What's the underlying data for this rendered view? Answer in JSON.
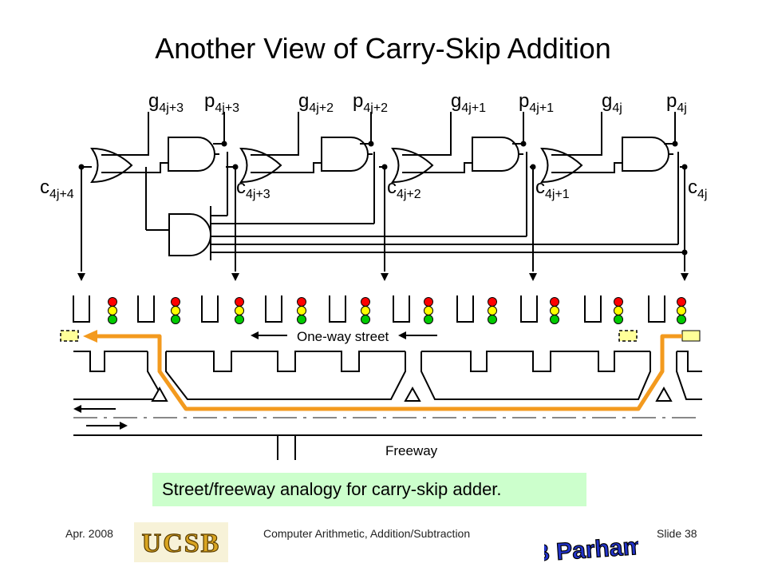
{
  "title": "Another View of Carry-Skip Addition",
  "signals": {
    "g3": {
      "base": "g",
      "sub": "4j+3"
    },
    "p3": {
      "base": "p",
      "sub": "4j+3"
    },
    "g2": {
      "base": "g",
      "sub": "4j+2"
    },
    "p2": {
      "base": "p",
      "sub": "4j+2"
    },
    "g1": {
      "base": "g",
      "sub": "4j+1"
    },
    "p1": {
      "base": "p",
      "sub": "4j+1"
    },
    "g0": {
      "base": "g",
      "sub": "4j"
    },
    "p0": {
      "base": "p",
      "sub": "4j"
    },
    "c4": {
      "base": "c",
      "sub": "4j+4"
    },
    "c3": {
      "base": "c",
      "sub": "4j+3"
    },
    "c2": {
      "base": "c",
      "sub": "4j+2"
    },
    "c1": {
      "base": "c",
      "sub": "4j+1"
    },
    "c0": {
      "base": "c",
      "sub": "4j"
    }
  },
  "street_label": "One-way street",
  "freeway_label": "Freeway",
  "caption": "Street/freeway analogy for carry-skip adder.",
  "footer": {
    "date": "Apr. 2008",
    "course": "Computer Arithmetic, Addition/Subtraction",
    "slide": "Slide 38"
  },
  "logos": {
    "ucsb": "UCSB",
    "author": "B Parhami"
  },
  "colors": {
    "path": "#f39a1e",
    "caption_bg": "#ccffcc",
    "light_red": "#ff0000",
    "light_yellow": "#ffff00",
    "light_green": "#00cc00",
    "car": "#ffff99",
    "logo_blue": "#2233cc"
  }
}
